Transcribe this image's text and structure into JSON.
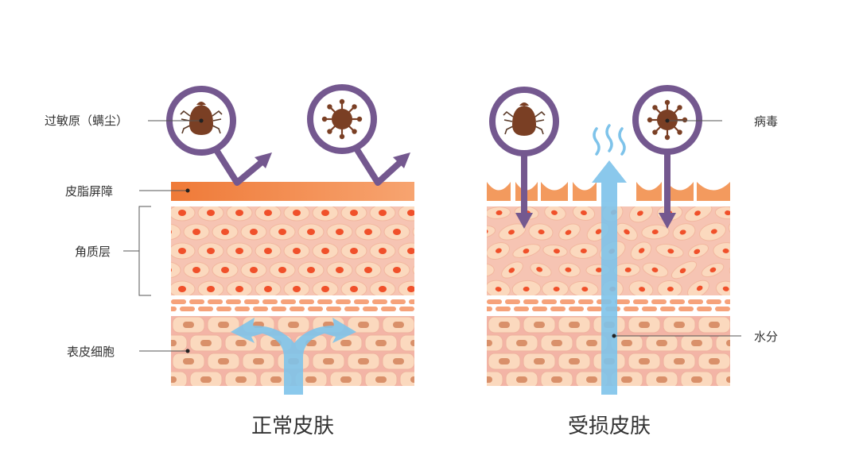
{
  "labels": {
    "allergen": "过敏原（螨尘）",
    "lipid_barrier": "皮脂屏障",
    "stratum_corneum": "角质层",
    "epidermal_cells": "表皮细胞",
    "virus": "病毒",
    "moisture": "水分"
  },
  "captions": {
    "normal": "正常皮肤",
    "damaged": "受损皮肤"
  },
  "colors": {
    "barrier": "#f28a4c",
    "cell_fill": "#fbd9be",
    "cell_nucleus": "#f0502a",
    "tissue": "#f4b6a8",
    "epidermal_nucleus": "#d9906a",
    "purple": "#74588f",
    "blue": "#7ec3ea",
    "mite": "#7a3f24"
  },
  "icons": [
    "mite-icon",
    "virus-icon"
  ]
}
